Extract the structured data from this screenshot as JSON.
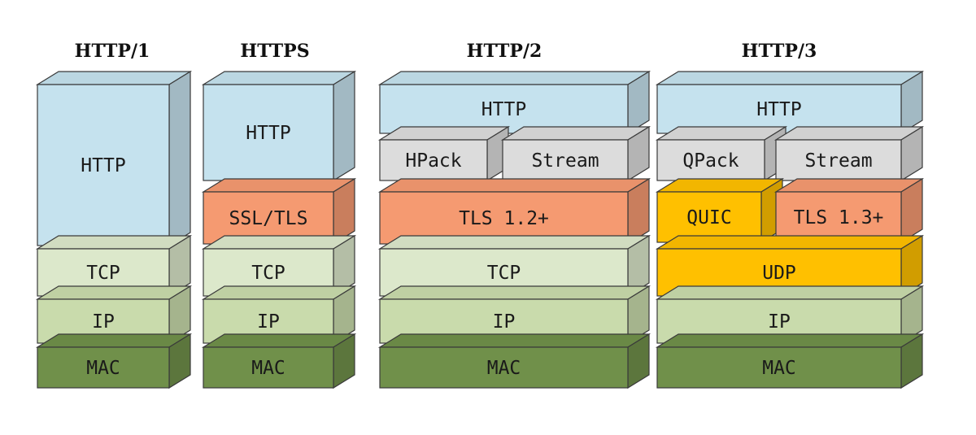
{
  "columns": [
    {
      "title": "HTTP/1",
      "layers": [
        {
          "label": "HTTP",
          "kind": "http"
        },
        {
          "label": "TCP",
          "kind": "tcp"
        },
        {
          "label": "IP",
          "kind": "ip"
        },
        {
          "label": "MAC",
          "kind": "mac"
        }
      ]
    },
    {
      "title": "HTTPS",
      "layers": [
        {
          "label": "HTTP",
          "kind": "http"
        },
        {
          "label": "SSL/TLS",
          "kind": "tls"
        },
        {
          "label": "TCP",
          "kind": "tcp"
        },
        {
          "label": "IP",
          "kind": "ip"
        },
        {
          "label": "MAC",
          "kind": "mac"
        }
      ]
    },
    {
      "title": "HTTP/2",
      "layers": [
        {
          "label": "HTTP",
          "kind": "http"
        },
        {
          "label": "HPack",
          "kind": "gray"
        },
        {
          "label": "Stream",
          "kind": "gray"
        },
        {
          "label": "TLS 1.2+",
          "kind": "tls"
        },
        {
          "label": "TCP",
          "kind": "tcp"
        },
        {
          "label": "IP",
          "kind": "ip"
        },
        {
          "label": "MAC",
          "kind": "mac"
        }
      ]
    },
    {
      "title": "HTTP/3",
      "layers": [
        {
          "label": "HTTP",
          "kind": "http"
        },
        {
          "label": "QPack",
          "kind": "gray"
        },
        {
          "label": "Stream",
          "kind": "gray"
        },
        {
          "label": "QUIC",
          "kind": "quic"
        },
        {
          "label": "TLS 1.3+",
          "kind": "tls"
        },
        {
          "label": "UDP",
          "kind": "udp"
        },
        {
          "label": "IP",
          "kind": "ip"
        },
        {
          "label": "MAC",
          "kind": "mac"
        }
      ]
    }
  ],
  "colors": {
    "http": "#C5E2EE",
    "tls": "#F59A71",
    "tcp": "#DCE8CB",
    "ip": "#C9DBAC",
    "mac": "#70904A",
    "gray": "#DCDCDC",
    "quic": "#FFC000",
    "udp": "#FFC000",
    "stroke": "#3a3a3a"
  }
}
